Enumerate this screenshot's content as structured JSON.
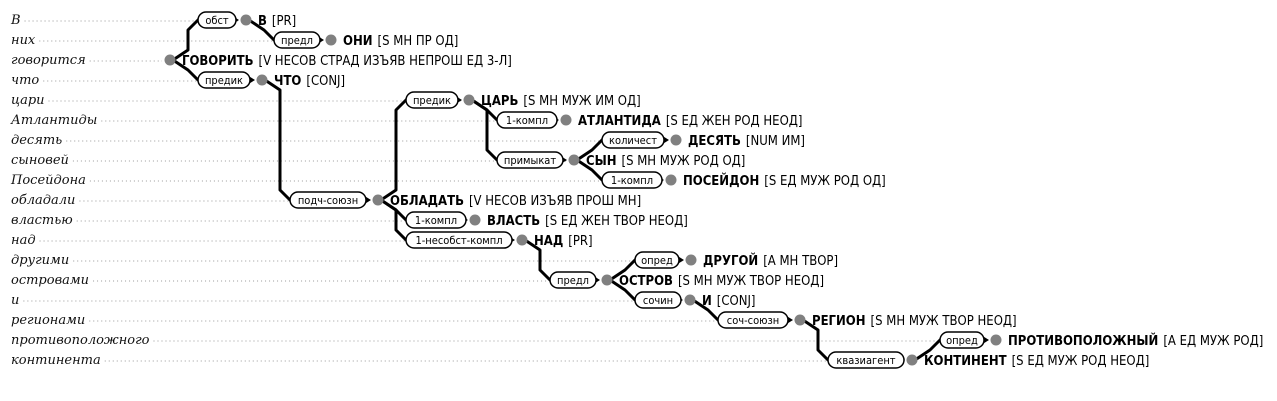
{
  "sentence": [
    "В",
    "них",
    "говорится",
    "что",
    "цари",
    "Атлантиды",
    "десять",
    "сыновей",
    "Посейдона",
    "обладали",
    "властью",
    "над",
    "другими",
    "островами",
    "и",
    "регионами",
    "противоположного",
    "континента"
  ],
  "nodes": [
    {
      "id": "v",
      "lemma": "В",
      "gram": "[PR]"
    },
    {
      "id": "oni",
      "lemma": "ОНИ",
      "gram": "[S МН ПР ОД]"
    },
    {
      "id": "govorit",
      "lemma": "ГОВОРИТЬ",
      "gram": "[V НЕСОВ СТРАД ИЗЪЯВ НЕПРОШ ЕД 3-Л]"
    },
    {
      "id": "chto",
      "lemma": "ЧТО",
      "gram": "[CONJ]"
    },
    {
      "id": "car",
      "lemma": "ЦАРЬ",
      "gram": "[S МН МУЖ ИМ ОД]"
    },
    {
      "id": "atlantida",
      "lemma": "АТЛАНТИДА",
      "gram": "[S ЕД ЖЕН РОД НЕОД]"
    },
    {
      "id": "desyat",
      "lemma": "ДЕСЯТЬ",
      "gram": "[NUM ИМ]"
    },
    {
      "id": "syn",
      "lemma": "СЫН",
      "gram": "[S МН МУЖ РОД ОД]"
    },
    {
      "id": "poseidon",
      "lemma": "ПОСЕЙДОН",
      "gram": "[S ЕД МУЖ РОД ОД]"
    },
    {
      "id": "obladat",
      "lemma": "ОБЛАДАТЬ",
      "gram": "[V НЕСОВ ИЗЪЯВ ПРОШ МН]"
    },
    {
      "id": "vlast",
      "lemma": "ВЛАСТЬ",
      "gram": "[S ЕД ЖЕН ТВОР НЕОД]"
    },
    {
      "id": "nad",
      "lemma": "НАД",
      "gram": "[PR]"
    },
    {
      "id": "drugoi",
      "lemma": "ДРУГОЙ",
      "gram": "[A МН ТВОР]"
    },
    {
      "id": "ostrov",
      "lemma": "ОСТРОВ",
      "gram": "[S МН МУЖ ТВОР НЕОД]"
    },
    {
      "id": "i",
      "lemma": "И",
      "gram": "[CONJ]"
    },
    {
      "id": "region",
      "lemma": "РЕГИОН",
      "gram": "[S МН МУЖ ТВОР НЕОД]"
    },
    {
      "id": "protivopolozhny",
      "lemma": "ПРОТИВОПОЛОЖНЫЙ",
      "gram": "[A ЕД МУЖ РОД]"
    },
    {
      "id": "kontinent",
      "lemma": "КОНТИНЕНТ",
      "gram": "[S ЕД МУЖ РОД НЕОД]"
    }
  ],
  "edges": [
    {
      "from": "govorit",
      "to": "v",
      "label": "обст"
    },
    {
      "from": "v",
      "to": "oni",
      "label": "предл"
    },
    {
      "from": "govorit",
      "to": "chto",
      "label": "предик"
    },
    {
      "from": "chto",
      "to": "obladat",
      "label": "подч-союзн"
    },
    {
      "from": "obladat",
      "to": "car",
      "label": "предик"
    },
    {
      "from": "car",
      "to": "atlantida",
      "label": "1-компл"
    },
    {
      "from": "car",
      "to": "syn",
      "label": "примыкат"
    },
    {
      "from": "syn",
      "to": "desyat",
      "label": "количест"
    },
    {
      "from": "syn",
      "to": "poseidon",
      "label": "1-компл"
    },
    {
      "from": "obladat",
      "to": "vlast",
      "label": "1-компл"
    },
    {
      "from": "obladat",
      "to": "nad",
      "label": "1-несобст-компл"
    },
    {
      "from": "nad",
      "to": "ostrov",
      "label": "предл"
    },
    {
      "from": "ostrov",
      "to": "drugoi",
      "label": "опред"
    },
    {
      "from": "ostrov",
      "to": "i",
      "label": "сочин"
    },
    {
      "from": "i",
      "to": "region",
      "label": "соч-союзн"
    },
    {
      "from": "region",
      "to": "kontinent",
      "label": "квазиагент"
    },
    {
      "from": "kontinent",
      "to": "protivopolozhny",
      "label": "опред"
    }
  ]
}
